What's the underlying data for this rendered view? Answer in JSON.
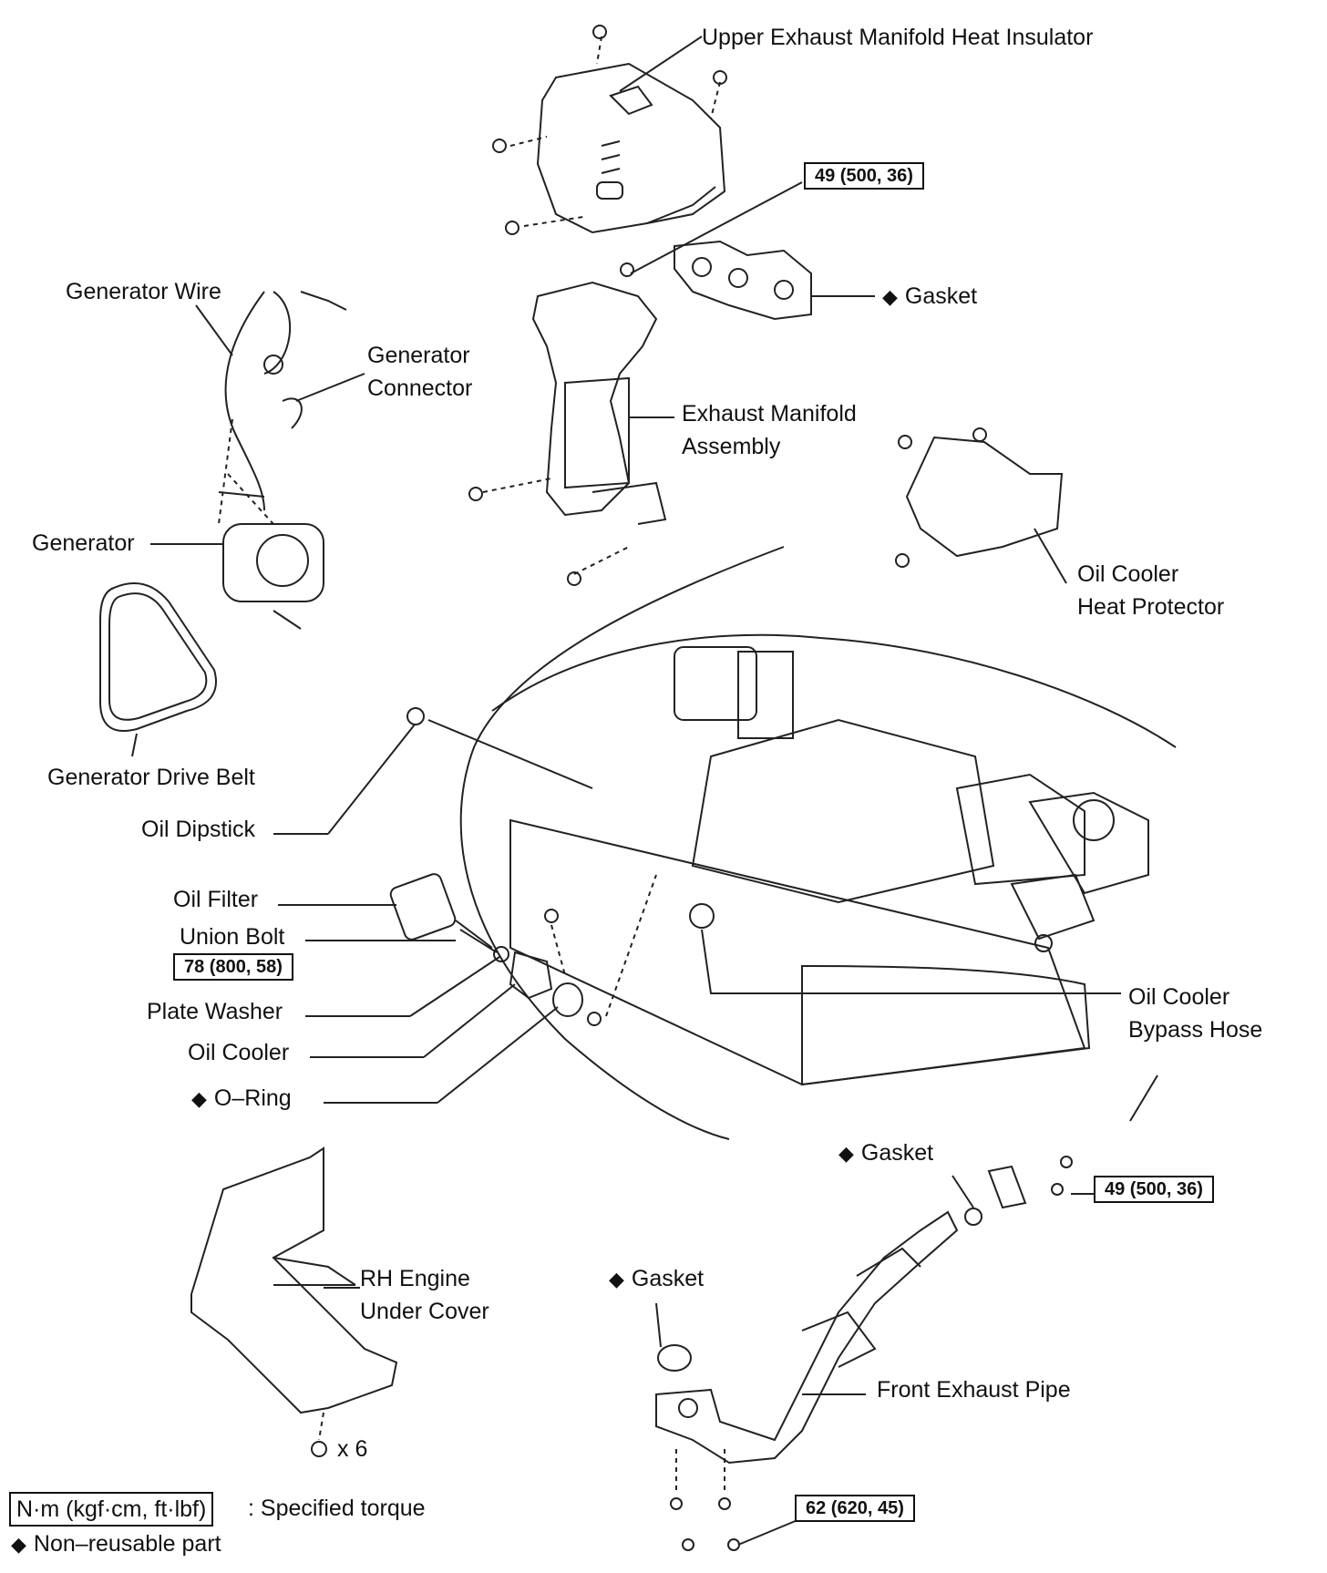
{
  "labels": {
    "upper_insulator": "Upper Exhaust Manifold Heat Insulator",
    "gasket_manifold": "Gasket",
    "generator_wire": "Generator Wire",
    "generator_connector_1": "Generator",
    "generator_connector_2": "Connector",
    "exhaust_manifold_1": "Exhaust Manifold",
    "exhaust_manifold_2": "Assembly",
    "generator": "Generator",
    "oil_cooler_heat_1": "Oil Cooler",
    "oil_cooler_heat_2": "Heat Protector",
    "drive_belt": "Generator Drive Belt",
    "oil_dipstick": "Oil Dipstick",
    "oil_filter": "Oil Filter",
    "union_bolt": "Union Bolt",
    "plate_washer": "Plate Washer",
    "oil_cooler": "Oil Cooler",
    "o_ring": "O–Ring",
    "bypass_hose_1": "Oil Cooler",
    "bypass_hose_2": "Bypass Hose",
    "gasket_pipe_upper": "Gasket",
    "rh_cover_1": "RH Engine",
    "rh_cover_2": "Under Cover",
    "gasket_pipe_lower": "Gasket",
    "front_pipe": "Front Exhaust Pipe",
    "bolt_count": "x 6"
  },
  "torques": {
    "manifold": "49 (500, 36)",
    "union_bolt": "78 (800, 58)",
    "pipe_upper": "49 (500, 36)",
    "pipe_lower": "62 (620, 45)"
  },
  "legend": {
    "torque_unit": "N·m (kgf·cm, ft·lbf)",
    "torque_desc": ": Specified torque",
    "nonreusable": "Non–reusable part"
  },
  "symbols": {
    "nonreusable_mark": "◆"
  }
}
